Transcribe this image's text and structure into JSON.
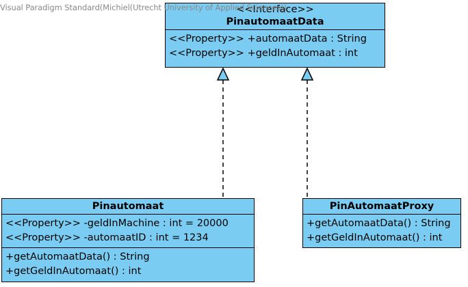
{
  "watermark": "Visual Paradigm Standard(Michiel(Utrecht University of Applied Sciences))",
  "colors": {
    "class_fill": "#7accf2",
    "line": "#000000",
    "watermark": "#8a8a8a"
  },
  "interface": {
    "stereotype": "<<Interface>>",
    "name": "PinautomaatData",
    "attributes": [
      "<<Property>> +automaatData : String",
      "<<Property>> +geldInAutomaat : int"
    ]
  },
  "pinautomaat": {
    "name": "Pinautomaat",
    "attributes": [
      "<<Property>> -geldInMachine : int = 20000",
      "<<Property>> -automaatID : int = 1234"
    ],
    "operations": [
      "+getAutomaatData() : String",
      "+getGeldInAutomaat() : int"
    ]
  },
  "proxy": {
    "name": "PinAutomaatProxy",
    "operations": [
      "+getAutomaatData() : String",
      "+getGeldInAutomaat() : int"
    ]
  }
}
